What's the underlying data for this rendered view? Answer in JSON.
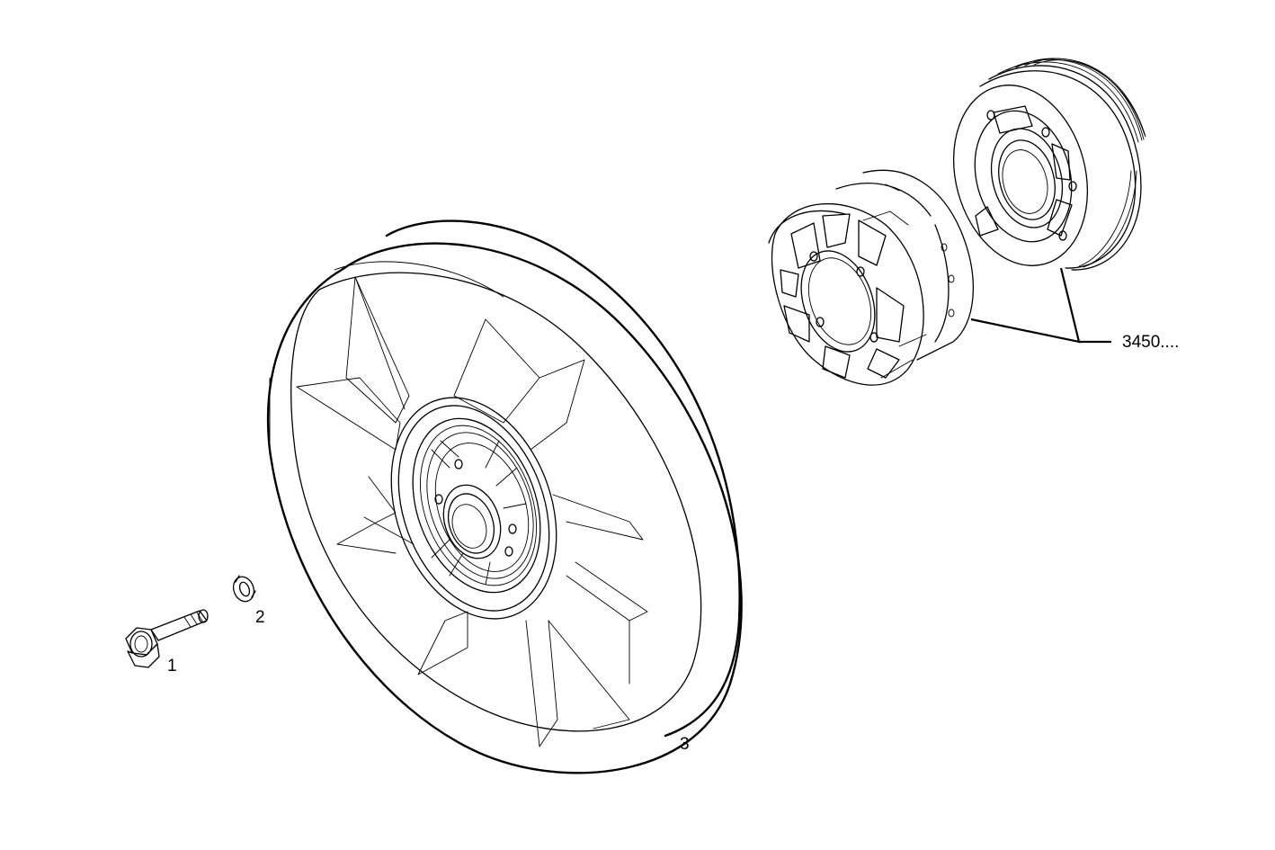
{
  "callouts": {
    "bolt": "1",
    "washer": "2",
    "fan": "3",
    "coupling": "3450...."
  }
}
